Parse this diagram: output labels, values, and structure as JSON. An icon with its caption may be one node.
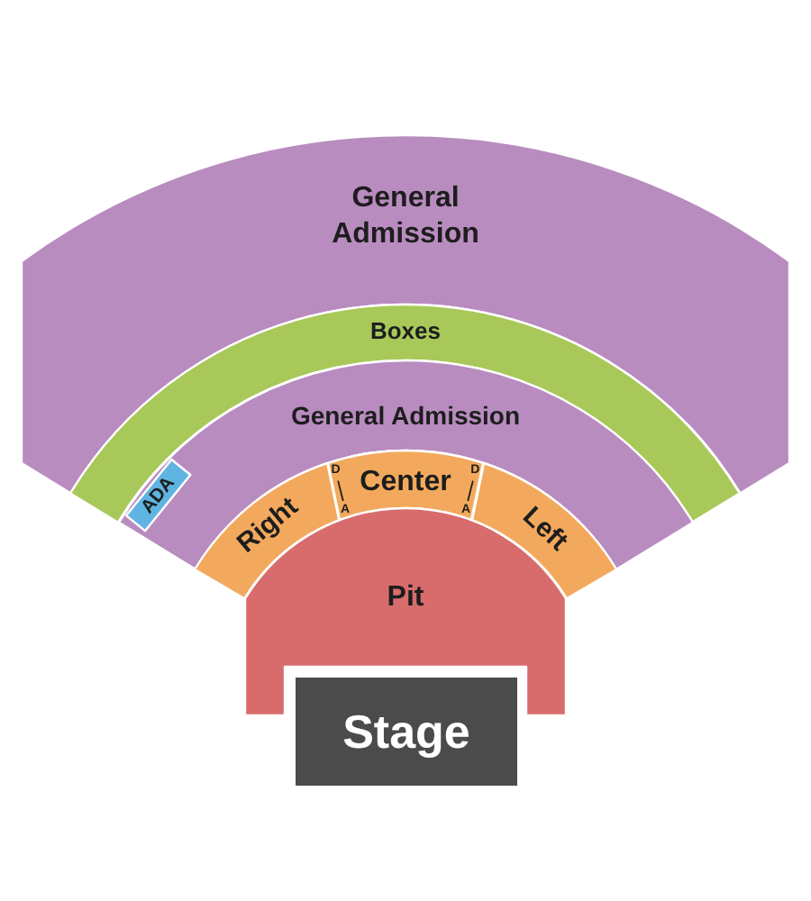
{
  "diagram": {
    "nodes": [
      {
        "text": [
          "General Admission"
        ]
      },
      {
        "text": [
          "Boxes"
        ]
      },
      {
        "text": [
          "General Admission"
        ]
      },
      {
        "text": [
          "ADA"
        ],
        "in": 2
      },
      {
        "text": [
          "Right"
        ]
      },
      {
        "text": [
          "Center"
        ]
      },
      {
        "text": [
          "Left"
        ]
      },
      {
        "text": [
          "Pit"
        ]
      },
      {
        "text": [
          "Stage"
        ]
      }
    ],
    "labels": [
      "D",
      "A",
      "D",
      "A"
    ]
  }
}
